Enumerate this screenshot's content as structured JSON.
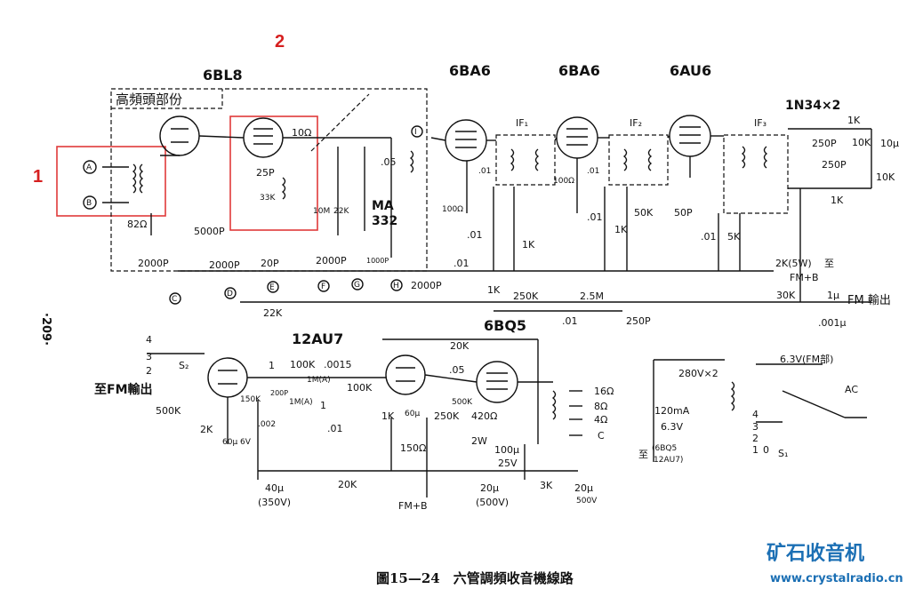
{
  "callouts": {
    "c1": "1",
    "c2": "2"
  },
  "tubes": {
    "t1": "6BL8",
    "t2": "6BA6",
    "t3": "6BA6",
    "t4": "6AU6",
    "t5": "12AU7",
    "t6": "6BQ5"
  },
  "labels": {
    "tuner": "高頻頭部份",
    "diodes": "1N34×2",
    "if1": "IF₁",
    "if2": "IF₂",
    "if3": "IF₃",
    "nA": "A",
    "nB": "B",
    "nC": "C",
    "nD": "D",
    "nE": "E",
    "nF": "F",
    "nG": "G",
    "nH": "H",
    "nI": "I",
    "r82": "82Ω",
    "c5000": "5000P",
    "c2000a": "2000P",
    "c2000b": "2000P",
    "c2000c": "2000P",
    "c2000d": "2000P",
    "c1000": "1000P",
    "c20p": "20P",
    "r22k": "22K",
    "r10": "10Ω",
    "c25p": "25P",
    "r33k": "33K",
    "r10m": "10M",
    "r22k2": "22K",
    "ma332a": "MA",
    "ma332b": "332",
    "c05": ".05",
    "c01a": ".01",
    "r100a": "100Ω",
    "c01b": ".01",
    "r1ka": "1K",
    "c01c": ".01",
    "r100b": "100Ω",
    "c01d": ".01",
    "r1kb": "1K",
    "r50k": "50K",
    "c50p": "50P",
    "r1kc": "1K",
    "c01e": ".01",
    "r5k": "5K",
    "r1kd": "1K",
    "c250p": "250P",
    "r10k": "10K",
    "c10u": "10μ",
    "c250p2": "250P",
    "r10k2": "10K",
    "r1ke": "1K",
    "c01f": ".01",
    "r1kf": "1K",
    "r2k5w": "2K(5W)",
    "to_fmb": "至",
    "fmb": "FM+B",
    "r250k": "250K",
    "r25m": "2.5M",
    "c01g": ".01",
    "c250p3": "250P",
    "r30k": "30K",
    "c1u": "1μ",
    "fm_out": "FM 輸出",
    "c001": ".001μ",
    "n4": "4",
    "n3": "3",
    "n2": "2",
    "s2": "S₂",
    "to_fm_out": "至FM輸出",
    "r500k": "500K",
    "r2k": "2K",
    "c60u": "60μ 6V",
    "r150k": "150K",
    "c002": ".002",
    "c1": "1",
    "c200p": "200P",
    "r1ma": "1M(A)",
    "r1mb": "1M(A)",
    "c1b": "1",
    "r100k": "100K",
    "c0015": ".0015",
    "r100k2": "100K",
    "c01h": ".01",
    "r1k2": "1K",
    "c60u2": "60μ",
    "r150": "150Ω",
    "r20k": "20K",
    "c05b": ".05",
    "r500k2": "500K",
    "r250k2": "250K",
    "r420": "420Ω",
    "r2w": "2W",
    "c100u": "100μ",
    "v25": "25V",
    "o16": "16Ω",
    "o8": "8Ω",
    "o4": "4Ω",
    "oc": "C",
    "c40u": "40μ",
    "v350": "(350V)",
    "r20k2": "20K",
    "fmb2": "FM+B",
    "c20u": "20μ",
    "v500": "(500V)",
    "r3k": "3K",
    "c20u2": "20μ",
    "v500b": "500V",
    "d280": "280V×2",
    "h63": "6.3V(FM部)",
    "ac": "AC",
    "ma120": "120mA",
    "h63b": "6.3V",
    "sw4": "4",
    "sw3": "3",
    "sw2": "2",
    "sw1": "1",
    "sw0": "0",
    "s1": "S₁",
    "to": "至",
    "heat1": "(6BQ5",
    "heat2": "12AU7)",
    "side": "·209·"
  },
  "caption": "圖15—24　六管調頻收音機線路",
  "watermark": {
    "brand": "矿石收音机",
    "url": "www.crystalradio.cn"
  }
}
